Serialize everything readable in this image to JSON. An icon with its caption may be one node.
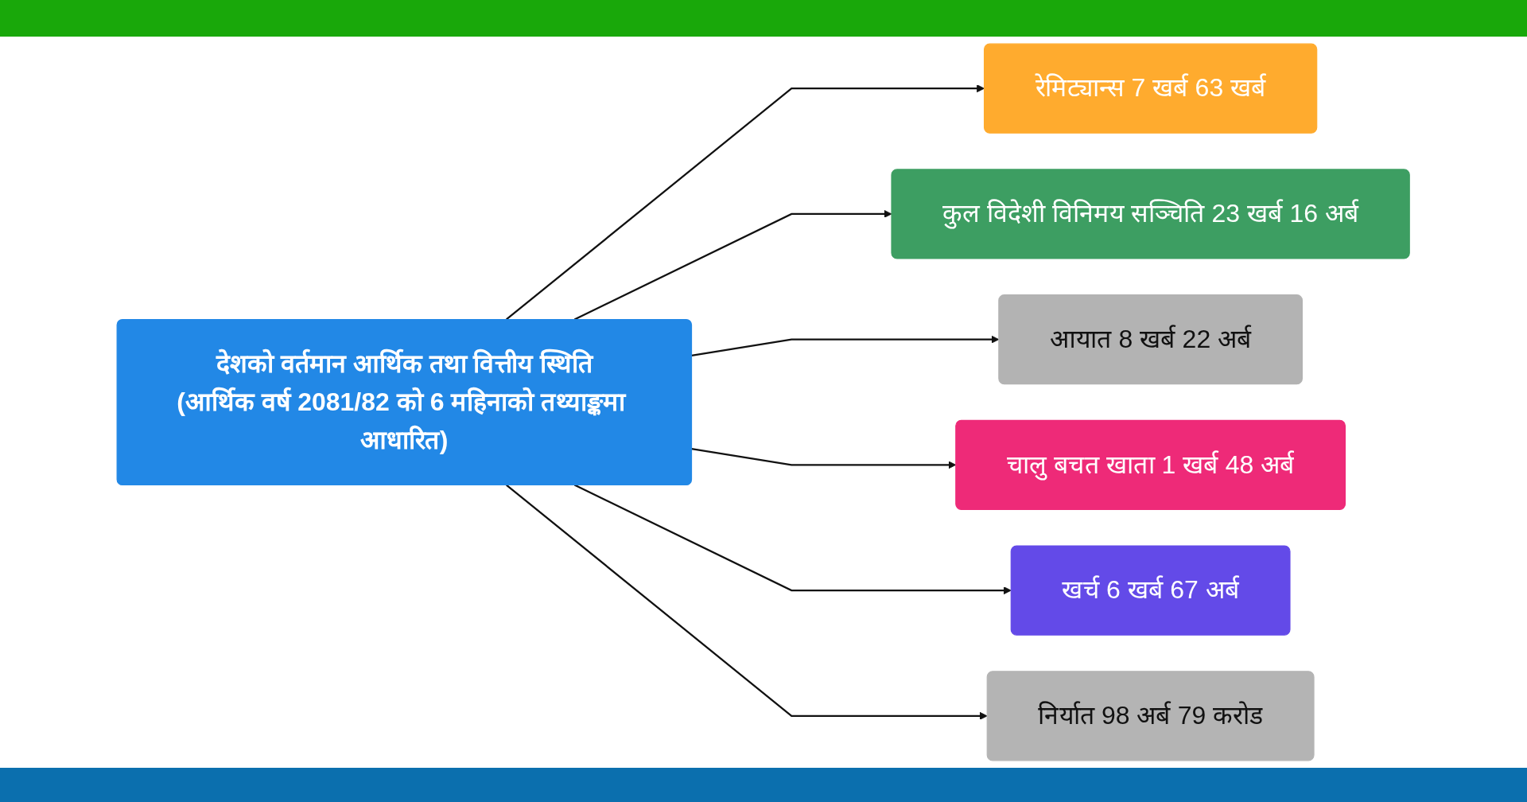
{
  "diagram": {
    "nodes": [
      {
        "text": [
          "रेमिट्यान्स 7 खर्ब 63 खर्ब"
        ]
      },
      {
        "text": [
          "कुल विदेशी विनिमय सञ्चिति 23 खर्ब 16 अर्ब"
        ]
      },
      {
        "text": [
          "आयात 8 खर्ब 22 अर्ब"
        ]
      },
      {
        "text": [
          "देशको वर्तमान आर्थिक तथा वित्तीय स्थिति",
          "(आर्थिक वर्ष 2081/82 को 6 महिनाको तथ्याङ्कमा आधारित)"
        ]
      },
      {
        "text": [
          "चालु बचत खाता 1 खर्ब 48 अर्ब"
        ]
      },
      {
        "text": [
          "खर्च 6 खर्ब 67 अर्ब"
        ]
      },
      {
        "text": [
          "निर्यात 98 अर्ब 79 करोड"
        ]
      }
    ],
    "edges": [
      {
        "from": 3,
        "to": 0,
        "arrow": "to"
      },
      {
        "from": 3,
        "to": 1,
        "arrow": "to"
      },
      {
        "from": 3,
        "to": 2,
        "arrow": "to"
      },
      {
        "from": 3,
        "to": 4,
        "arrow": "to"
      },
      {
        "from": 3,
        "to": 5,
        "arrow": "to"
      },
      {
        "from": 3,
        "to": 6,
        "arrow": "to"
      }
    ]
  }
}
